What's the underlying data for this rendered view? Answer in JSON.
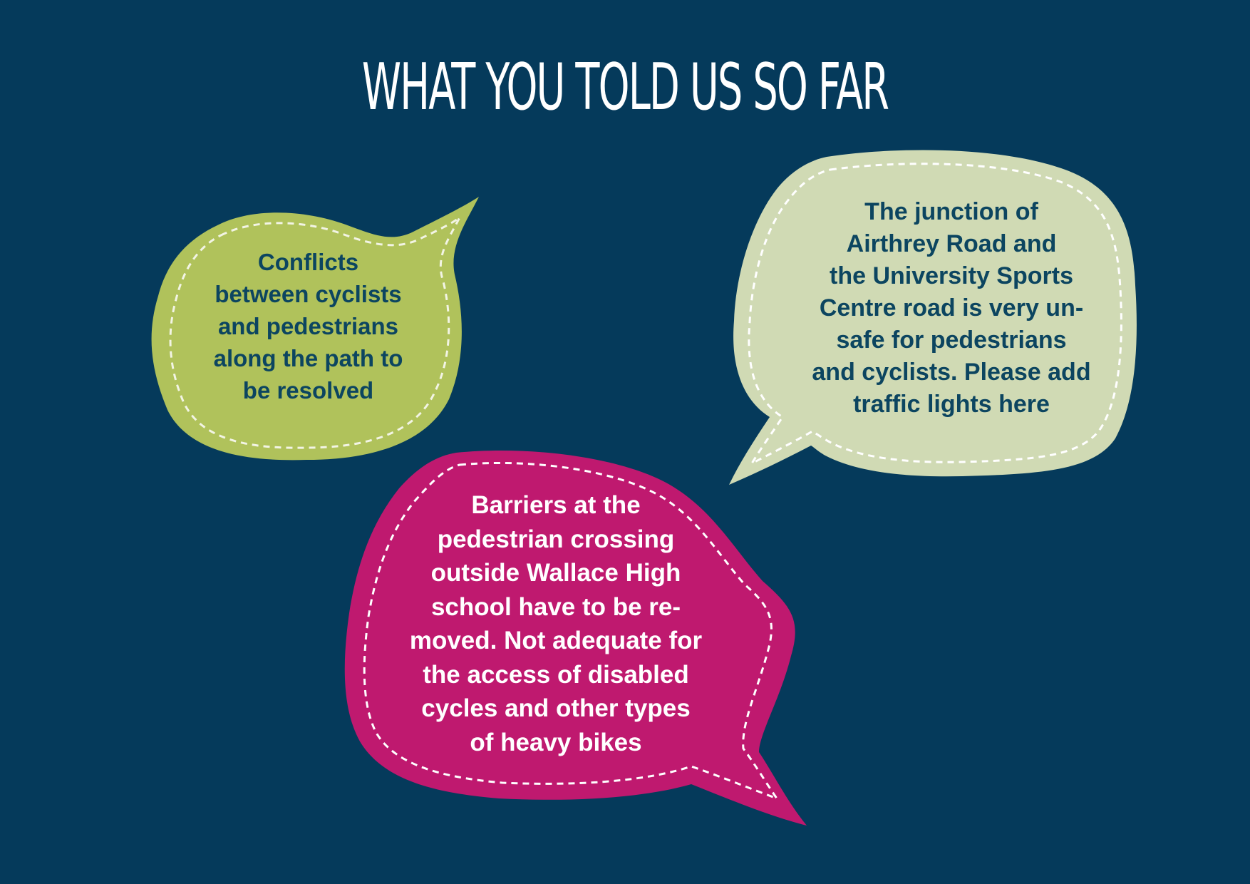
{
  "title": "WHAT YOU TOLD US SO FAR",
  "colors": {
    "background": "#053a5b",
    "green_bubble": "#b0c25b",
    "light_bubble": "#d0dab4",
    "pink_bubble": "#bf196f",
    "dark_text": "#0c4560",
    "white_text": "#ffffff"
  },
  "bubbles": [
    {
      "id": "green",
      "lines": [
        "Conflicts",
        "between cyclists",
        "and pedestrians",
        "along the path to",
        "be resolved"
      ]
    },
    {
      "id": "light",
      "lines": [
        "The junction of",
        "Airthrey Road and",
        "the University Sports",
        "Centre road is very un-",
        "safe for pedestrians",
        "and cyclists. Please add",
        "traffic lights here"
      ]
    },
    {
      "id": "pink",
      "lines": [
        "Barriers at the",
        "pedestrian crossing",
        "outside Wallace High",
        "school have to be re-",
        "moved. Not adequate for",
        "the access of disabled",
        "cycles and other types",
        "of heavy bikes"
      ]
    }
  ]
}
